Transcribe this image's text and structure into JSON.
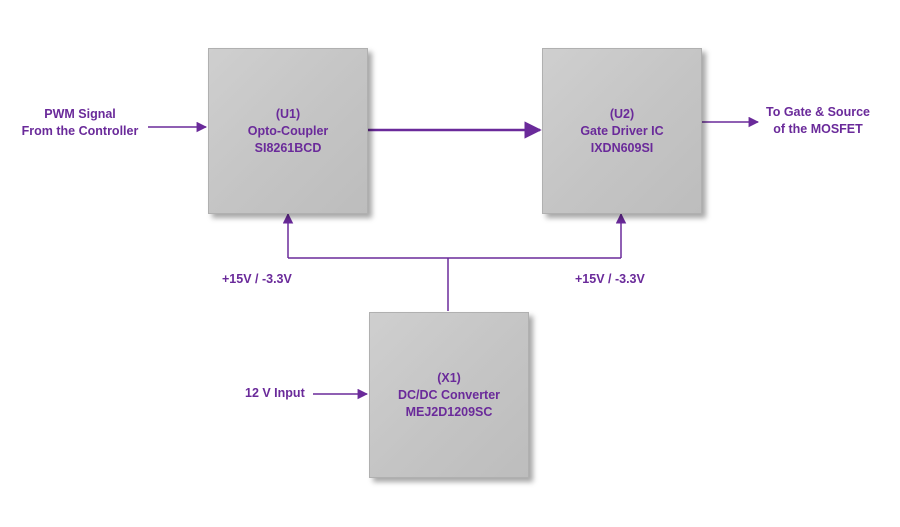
{
  "colors": {
    "accent": "#6a2a9a",
    "block_fill": "#c8c8c8"
  },
  "blocks": {
    "u1": {
      "ref": "(U1)",
      "name": "Opto-Coupler",
      "part": "SI8261BCD"
    },
    "u2": {
      "ref": "(U2)",
      "name": "Gate Driver IC",
      "part": "IXDN609SI"
    },
    "x1": {
      "ref": "(X1)",
      "name": "DC/DC Converter",
      "part": "MEJ2D1209SC"
    }
  },
  "labels": {
    "pwm_line1": "PWM Signal",
    "pwm_line2": "From the Controller",
    "gate_line1": "To Gate & Source",
    "gate_line2": "of the MOSFET",
    "supply_left": "+15V / -3.3V",
    "supply_right": "+15V / -3.3V",
    "input_12v": "12 V Input"
  }
}
